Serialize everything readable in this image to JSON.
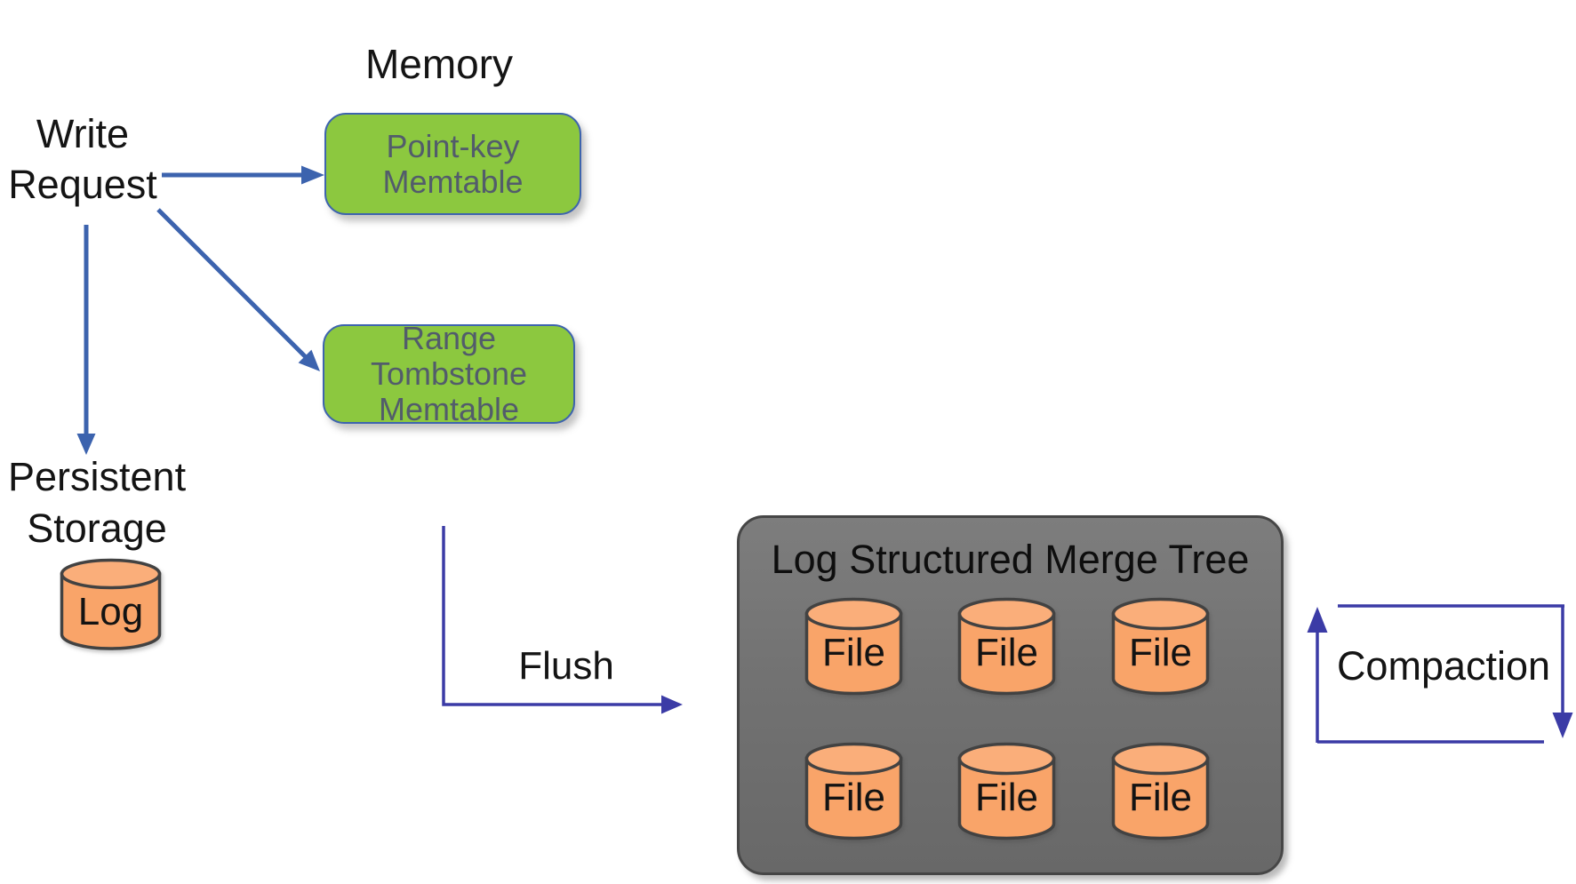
{
  "labels": {
    "memory_title": "Memory",
    "write_request": "Write\nRequest",
    "persistent_storage": "Persistent\nStorage",
    "log": "Log",
    "flush": "Flush",
    "compaction": "Compaction"
  },
  "memtables": [
    {
      "label": "Point-key\nMemtable"
    },
    {
      "label": "Range Tombstone\nMemtable"
    }
  ],
  "lsm": {
    "title": "Log Structured Merge Tree",
    "files": [
      "File",
      "File",
      "File",
      "File",
      "File",
      "File"
    ]
  },
  "colors": {
    "arrow_blue": "#3C63AE",
    "connector_indigo": "#3B3BA6",
    "memtable_green": "#8CC83F",
    "memtable_border": "#3E64AE",
    "memtable_text": "#525C6B",
    "cylinder_orange": "#F9A469",
    "cylinder_top_orange": "#FAAE7A",
    "cylinder_outline": "#424242",
    "text_black": "#141414"
  }
}
